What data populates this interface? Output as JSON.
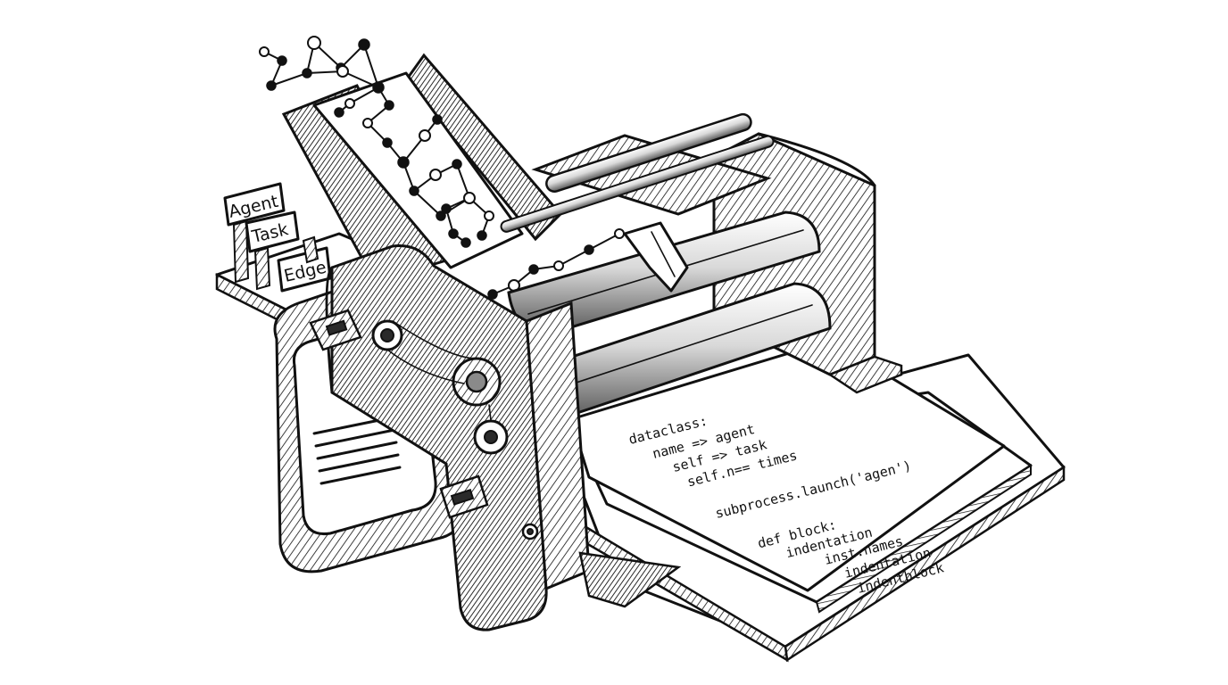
{
  "tabs": {
    "agent": "Agent",
    "task": "Task",
    "edge": "Edge"
  },
  "code_lines": [
    "dataclass:",
    "name => agent",
    "self => task",
    "self.n== times",
    "subprocess.launch('agen')",
    "def block:",
    "indentation",
    "inst.names",
    "indentation",
    "indentblock"
  ],
  "colors": {
    "ink": "#111111",
    "paper": "#ffffff"
  }
}
